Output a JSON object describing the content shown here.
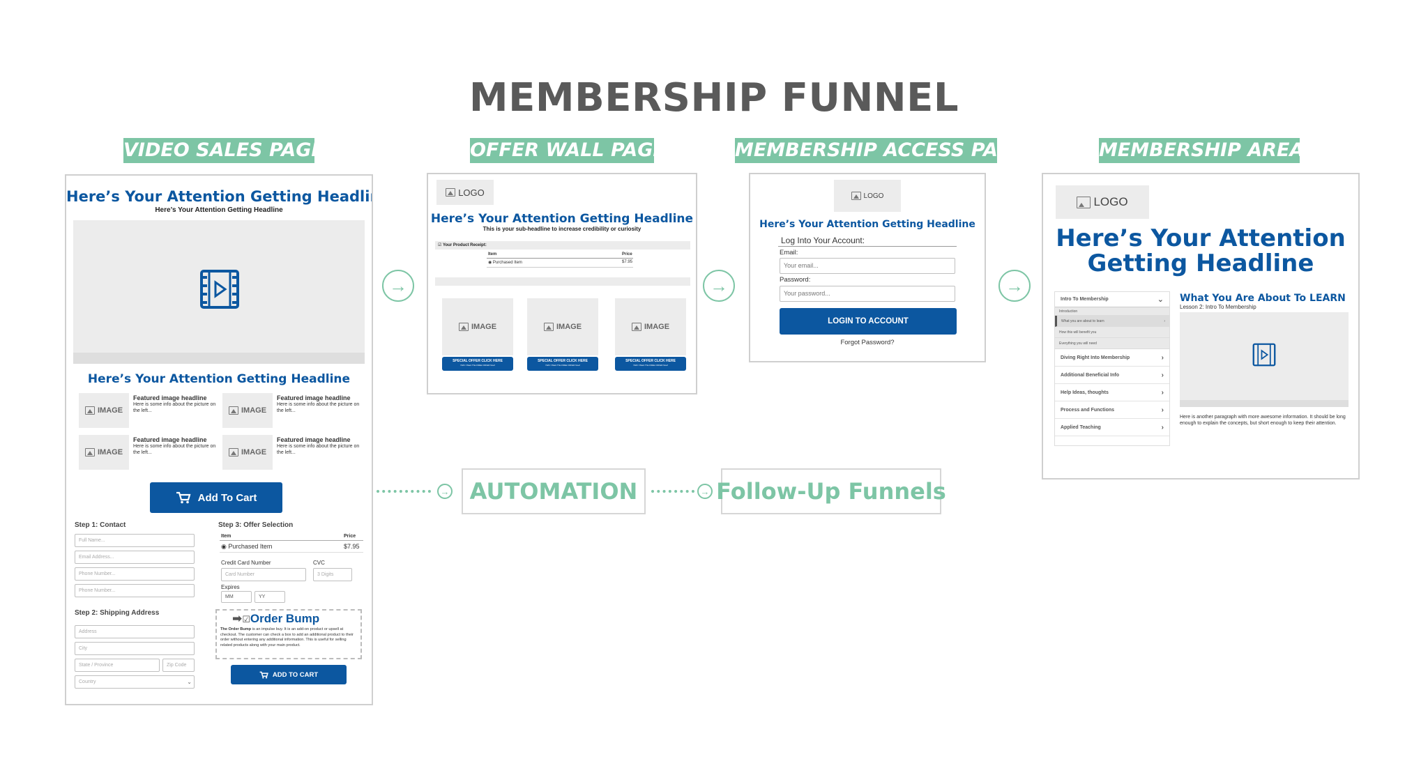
{
  "title": "MEMBERSHIP FUNNEL",
  "steps": [
    {
      "label": "VIDEO SALES PAGE"
    },
    {
      "label": "OFFER WALL PAGE"
    },
    {
      "label": "MEMBERSHIP ACCESS PAGE"
    },
    {
      "label": "MEMBERSHIP AREA"
    }
  ],
  "arrow_glyph": "→",
  "vsp": {
    "headline": "Here’s Your Attention Getting Headline",
    "subheadline": "Here’s Your Attention Getting Headline",
    "headline2": "Here’s Your Attention Getting Headline",
    "features": [
      {
        "image": "IMAGE",
        "title": "Featured image headline",
        "text": "Here is some info about the picture on the left..."
      },
      {
        "image": "IMAGE",
        "title": "Featured image headline",
        "text": "Here is some info about the picture on the left..."
      },
      {
        "image": "IMAGE",
        "title": "Featured image headline",
        "text": "Here is some info about the picture on the left..."
      },
      {
        "image": "IMAGE",
        "title": "Featured image headline",
        "text": "Here is some info about the picture on the left..."
      }
    ],
    "add_to_cart": "Add To Cart",
    "step1": "Step 1: Contact",
    "contact_fields": [
      "Full Name...",
      "Email Address...",
      "Phone Number...",
      "Phone Number..."
    ],
    "step2": "Step 2: Shipping Address",
    "address": "Address",
    "city": "City",
    "state": "State / Province",
    "zip": "Zip Code",
    "country": "Country",
    "step3": "Step 3: Offer Selection",
    "item_header": "Item",
    "price_header": "Price",
    "item": "Purchased Item",
    "price": "$7.95",
    "cc_label": "Credit Card Number",
    "cvc_label": "CVC",
    "card_placeholder": "Card Number",
    "cvc_placeholder": "3 Digits",
    "expires": "Expires",
    "mm": "MM",
    "yy": "YY",
    "order_bump": "Order Bump",
    "order_bump_bold": "The Order Bump",
    "order_bump_text": "is an impulse buy. It is an add-on product or upsell at checkout. The customer can check a box to add an additional product to their order without entering any additional information. This is useful for selling related products along with your main product.",
    "add_to_cart_small": "ADD TO CART"
  },
  "owp": {
    "logo": "LOGO",
    "headline": "Here’s Your Attention Getting Headline",
    "subheadline": "This is your sub-headline to increase credibility or curiosity",
    "receipt": "Your Product Receipt:",
    "item_header": "Item",
    "price_header": "Price",
    "item": "Purchased Item",
    "price": "$7.95",
    "offers": [
      {
        "image": "IMAGE",
        "button": "SPECIAL OFFER CLICK HERE",
        "sub": "YES! I Want This FREE OFFER Now!"
      },
      {
        "image": "IMAGE",
        "button": "SPECIAL OFFER CLICK HERE",
        "sub": "YES! I Want This FREE OFFER Now!"
      },
      {
        "image": "IMAGE",
        "button": "SPECIAL OFFER CLICK HERE",
        "sub": "YES! I Want This FREE OFFER Now!"
      }
    ]
  },
  "map": {
    "logo": "LOGO",
    "headline": "Here’s Your Attention Getting Headline",
    "login_title": "Log Into Your Account:",
    "email_label": "Email:",
    "email_placeholder": "Your email...",
    "password_label": "Password:",
    "password_placeholder": "Your password...",
    "button": "LOGIN TO ACCOUNT",
    "forgot": "Forgot Password?"
  },
  "ma": {
    "logo": "LOGO",
    "headline_line1": "Here’s Your Attention",
    "headline_line2": "Getting Headline",
    "menu_title": "Intro To Membership",
    "menu_subs": [
      "Introduction",
      "What you are about to learn",
      "How this will benefit you",
      "Everything you will need"
    ],
    "menu_items": [
      "Diving Right Into Membership",
      "Additional Beneficial Info",
      "Help Ideas, thoughts",
      "Process and Functions",
      "Applied Teaching"
    ],
    "lesson_title": "What You Are About To LEARN",
    "lesson_sub": "Lesson 2: Intro To Membership",
    "paragraph": "Here is another paragraph with more awesome information. It should be long enough to explain the concepts, but short enough to keep their attention."
  },
  "automation": "AUTOMATION",
  "followup": "Follow-Up Funnels",
  "colors": {
    "accent": "#7dc5a5",
    "blue": "#0c57a0",
    "title": "#5a5a5a"
  }
}
